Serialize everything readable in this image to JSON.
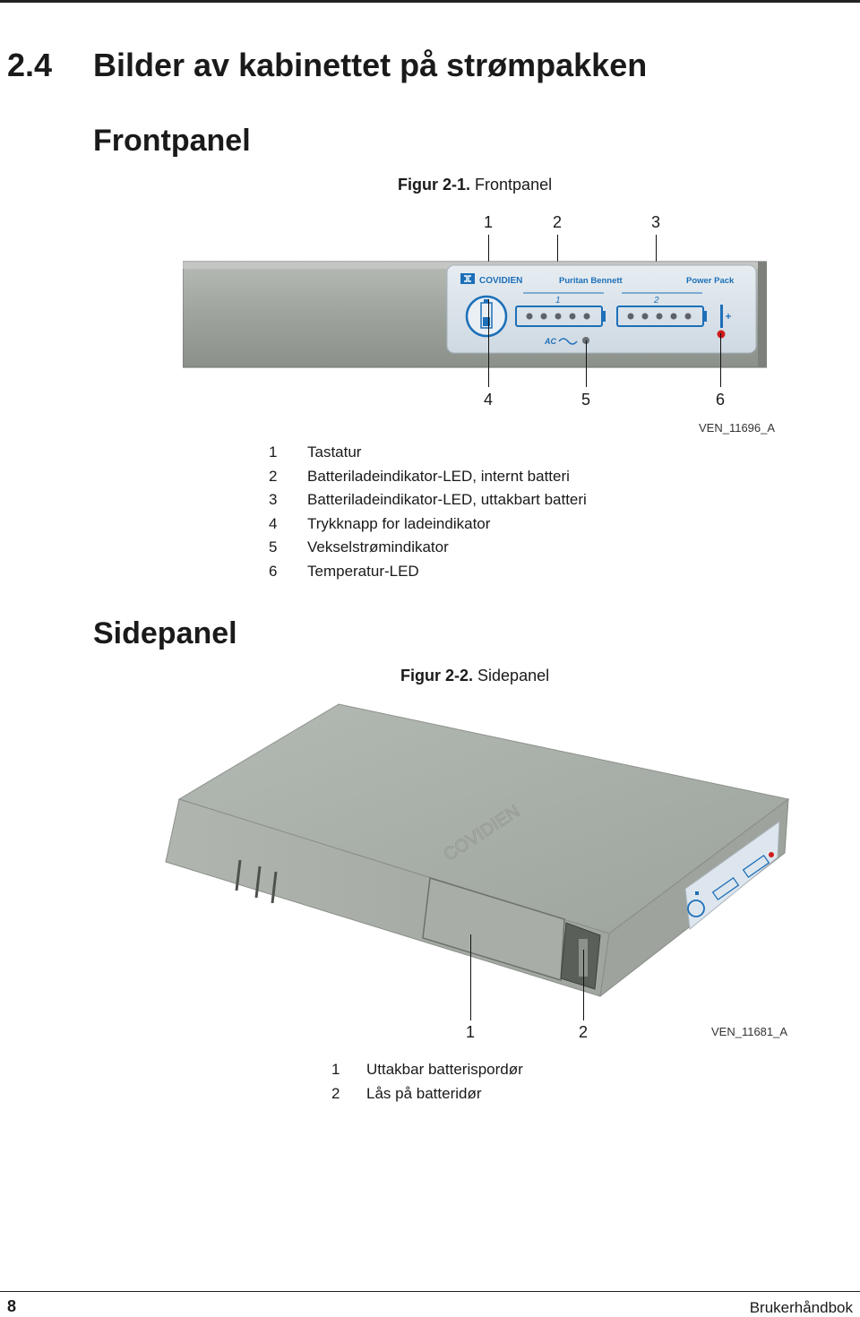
{
  "header": {
    "section_number": "2.4",
    "section_title": "Bilder av kabinettet på strømpakken"
  },
  "front": {
    "heading": "Frontpanel",
    "figure_label": "Figur 2-1.",
    "figure_title": "Frontpanel",
    "callouts_top": [
      "1",
      "2",
      "3"
    ],
    "callouts_bottom": [
      "4",
      "5",
      "6"
    ],
    "image_code": "VEN_11696_A",
    "panel": {
      "brand": "COVIDIEN",
      "product": "Puritan Bennett",
      "model": "Power Pack",
      "battery_1": "1",
      "battery_2": "2",
      "ac_label": "AC"
    },
    "legend": [
      {
        "num": "1",
        "text": "Tastatur"
      },
      {
        "num": "2",
        "text": "Batteriladeindikator-LED, internt batteri"
      },
      {
        "num": "3",
        "text": "Batteriladeindikator-LED, uttakbart batteri"
      },
      {
        "num": "4",
        "text": "Trykknapp for ladeindikator"
      },
      {
        "num": "5",
        "text": "Vekselstrømindikator"
      },
      {
        "num": "6",
        "text": "Temperatur-LED"
      }
    ]
  },
  "side": {
    "heading": "Sidepanel",
    "figure_label": "Figur 2-2.",
    "figure_title": "Sidepanel",
    "callouts": [
      "1",
      "2"
    ],
    "image_code": "VEN_11681_A",
    "legend": [
      {
        "num": "1",
        "text": "Uttakbar batterispordør"
      },
      {
        "num": "2",
        "text": "Lås på batteridør"
      }
    ]
  },
  "footer": {
    "page_number": "8",
    "document_title": "Brukerhåndbok"
  },
  "colors": {
    "panel_body": "#9a9f99",
    "panel_face": "#dce5ec",
    "label_blue": "#1d6fb8",
    "led_red": "#d01c1c"
  }
}
